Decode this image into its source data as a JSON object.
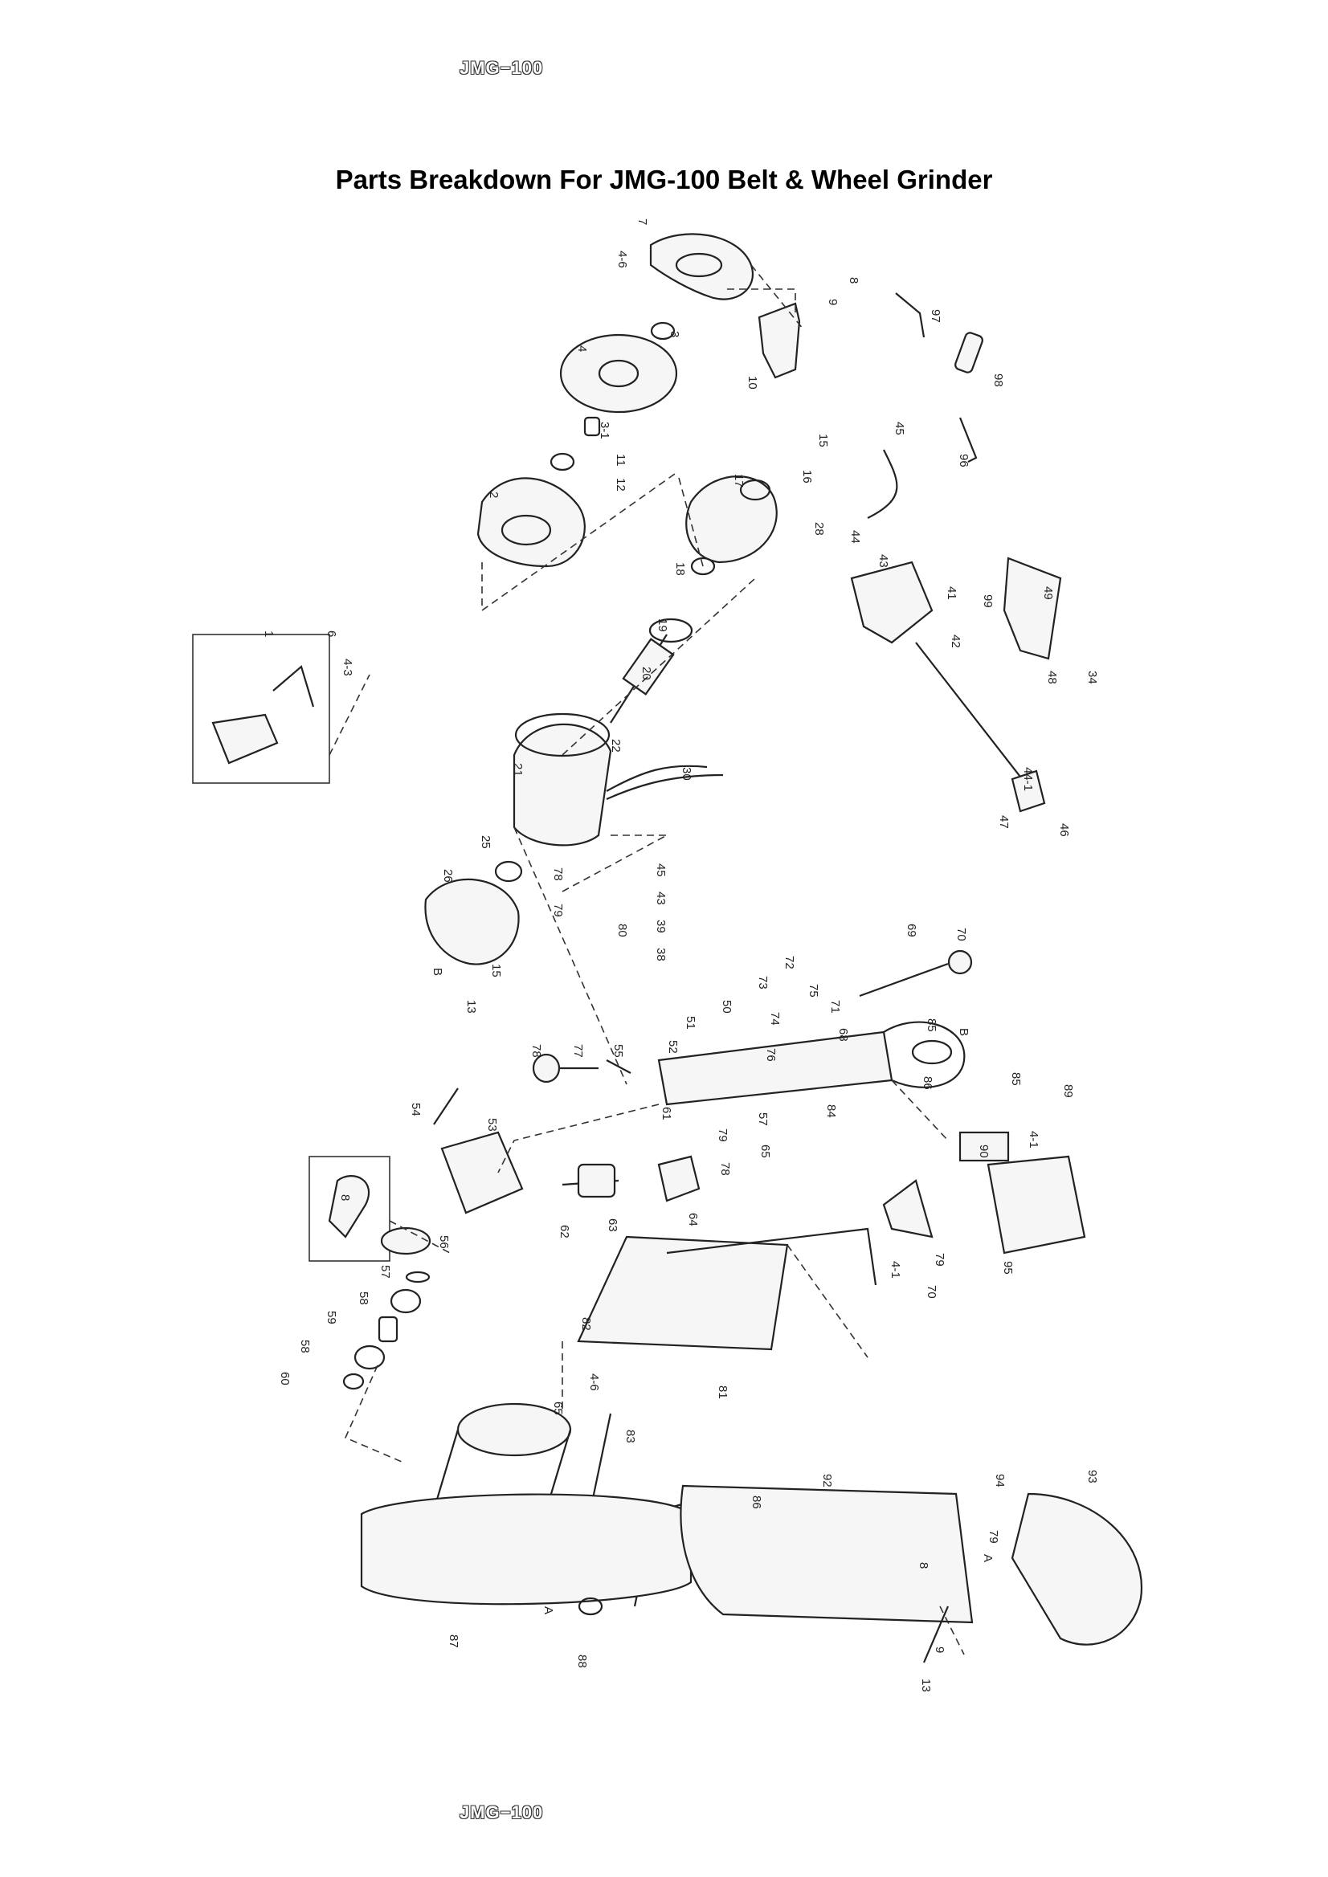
{
  "header": {
    "model": "JMG−100"
  },
  "footer": {
    "model": "JMG−100"
  },
  "title": "Parts Breakdown For JMG-100 Belt & Wheel Grinder",
  "callouts": [
    {
      "label": "4-6"
    },
    {
      "label": "7"
    },
    {
      "label": "8"
    },
    {
      "label": "9"
    },
    {
      "label": "10"
    },
    {
      "label": "2"
    },
    {
      "label": "3"
    },
    {
      "label": "4"
    },
    {
      "label": "3-1"
    },
    {
      "label": "11"
    },
    {
      "label": "12"
    },
    {
      "label": "97"
    },
    {
      "label": "98"
    },
    {
      "label": "96"
    },
    {
      "label": "15"
    },
    {
      "label": "45"
    },
    {
      "label": "17"
    },
    {
      "label": "16"
    },
    {
      "label": "28"
    },
    {
      "label": "44"
    },
    {
      "label": "43"
    },
    {
      "label": "18"
    },
    {
      "label": "19"
    },
    {
      "label": "41"
    },
    {
      "label": "99"
    },
    {
      "label": "49"
    },
    {
      "label": "1"
    },
    {
      "label": "6"
    },
    {
      "label": "4-3"
    },
    {
      "label": "20"
    },
    {
      "label": "42"
    },
    {
      "label": "48"
    },
    {
      "label": "34"
    },
    {
      "label": "22"
    },
    {
      "label": "21"
    },
    {
      "label": "30"
    },
    {
      "label": "44-1"
    },
    {
      "label": "47"
    },
    {
      "label": "46"
    },
    {
      "label": "25"
    },
    {
      "label": "26"
    },
    {
      "label": "78"
    },
    {
      "label": "45"
    },
    {
      "label": "43"
    },
    {
      "label": "39"
    },
    {
      "label": "38"
    },
    {
      "label": "79"
    },
    {
      "label": "80"
    },
    {
      "label": "B"
    },
    {
      "label": "15"
    },
    {
      "label": "13"
    },
    {
      "label": "73"
    },
    {
      "label": "72"
    },
    {
      "label": "74"
    },
    {
      "label": "75"
    },
    {
      "label": "70"
    },
    {
      "label": "69"
    },
    {
      "label": "50"
    },
    {
      "label": "71"
    },
    {
      "label": "68"
    },
    {
      "label": "51"
    },
    {
      "label": "52"
    },
    {
      "label": "76"
    },
    {
      "label": "85"
    },
    {
      "label": "B"
    },
    {
      "label": "78"
    },
    {
      "label": "77"
    },
    {
      "label": "55"
    },
    {
      "label": "85"
    },
    {
      "label": "89"
    },
    {
      "label": "84"
    },
    {
      "label": "86"
    },
    {
      "label": "4-1"
    },
    {
      "label": "54"
    },
    {
      "label": "53"
    },
    {
      "label": "61"
    },
    {
      "label": "57"
    },
    {
      "label": "65"
    },
    {
      "label": "79"
    },
    {
      "label": "78"
    },
    {
      "label": "90"
    },
    {
      "label": "62"
    },
    {
      "label": "63"
    },
    {
      "label": "64"
    },
    {
      "label": "56"
    },
    {
      "label": "8"
    },
    {
      "label": "4-1"
    },
    {
      "label": "79"
    },
    {
      "label": "70"
    },
    {
      "label": "95"
    },
    {
      "label": "57"
    },
    {
      "label": "58"
    },
    {
      "label": "59"
    },
    {
      "label": "58"
    },
    {
      "label": "60"
    },
    {
      "label": "82"
    },
    {
      "label": "65"
    },
    {
      "label": "4-6"
    },
    {
      "label": "83"
    },
    {
      "label": "81"
    },
    {
      "label": "86"
    },
    {
      "label": "92"
    },
    {
      "label": "94"
    },
    {
      "label": "93"
    },
    {
      "label": "79"
    },
    {
      "label": "A"
    },
    {
      "label": "8"
    },
    {
      "label": "87"
    },
    {
      "label": "A"
    },
    {
      "label": "88"
    },
    {
      "label": "9"
    },
    {
      "label": "13"
    }
  ]
}
